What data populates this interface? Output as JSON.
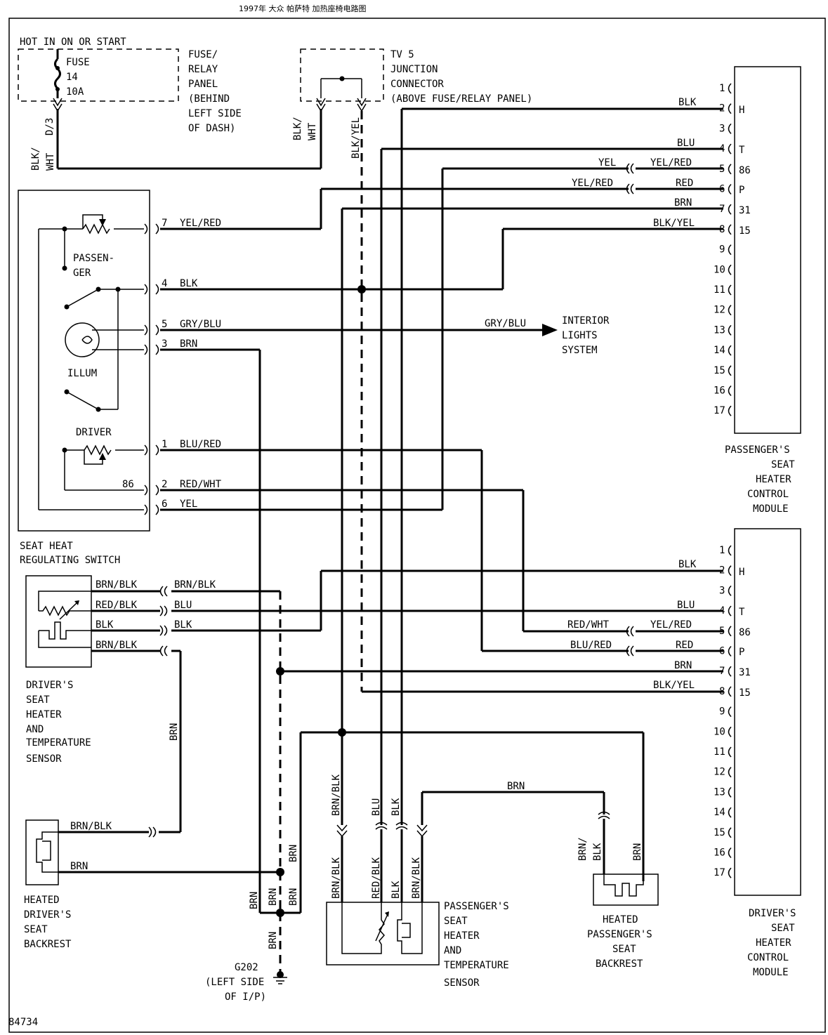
{
  "header_title": "1997年 大众 帕萨特 加热座椅电路图",
  "diagram_number": "84734",
  "fuse_panel": {
    "supply": "HOT IN ON OR START",
    "fuse": [
      "FUSE",
      "14",
      "10A"
    ],
    "name": [
      "FUSE/",
      "RELAY",
      "PANEL",
      "(BEHIND",
      "LEFT SIDE",
      "OF DASH)"
    ],
    "term": "D/3",
    "wire": [
      "BLK/",
      "WHT"
    ]
  },
  "junction": {
    "name": [
      "TV 5",
      "JUNCTION",
      "CONNECTOR",
      "(ABOVE FUSE/RELAY PANEL)"
    ],
    "wire_left": [
      "BLK/",
      "WHT"
    ],
    "wire_right": "BLK/YEL"
  },
  "pass_module": {
    "pins": [
      "1",
      "2",
      "3",
      "4",
      "5",
      "6",
      "7",
      "8",
      "9",
      "10",
      "11",
      "12",
      "13",
      "14",
      "15",
      "16",
      "17"
    ],
    "inner": {
      "h": "H",
      "t": "T",
      "p86": "86",
      "p": "P",
      "p31": "31",
      "p15": "15"
    },
    "wires": {
      "p2": "BLK",
      "p4": "BLU",
      "p5": "YEL/RED",
      "p6": "RED",
      "p7": "BRN",
      "p8": "BLK/YEL"
    },
    "ext": {
      "p5": "YEL",
      "p6": "YEL/RED"
    },
    "name": [
      "PASSENGER'S",
      "SEAT",
      "HEATER",
      "CONTROL",
      "MODULE"
    ]
  },
  "drv_module": {
    "pins": [
      "1",
      "2",
      "3",
      "4",
      "5",
      "6",
      "7",
      "8",
      "9",
      "10",
      "11",
      "12",
      "13",
      "14",
      "15",
      "16",
      "17"
    ],
    "inner": {
      "h": "H",
      "t": "T",
      "p86": "86",
      "p": "P",
      "p31": "31",
      "p15": "15"
    },
    "wires": {
      "p2": "BLK",
      "p4": "BLU",
      "p5": "YEL/RED",
      "p6": "RED",
      "p7": "BRN",
      "p8": "BLK/YEL"
    },
    "ext": {
      "p5": "RED/WHT",
      "p6": "BLU/RED"
    },
    "name": [
      "DRIVER'S",
      "SEAT",
      "HEATER",
      "CONTROL",
      "MODULE"
    ]
  },
  "switch": {
    "name": [
      "SEAT HEAT",
      "REGULATING SWITCH"
    ],
    "passenger": [
      "PASSEN-",
      "GER"
    ],
    "illum": "ILLUM",
    "driver": "DRIVER",
    "pin86": "86",
    "pins": [
      {
        "n": "7",
        "wire": "YEL/RED"
      },
      {
        "n": "4",
        "wire": "BLK"
      },
      {
        "n": "5",
        "wire": "GRY/BLU"
      },
      {
        "n": "3",
        "wire": "BRN"
      },
      {
        "n": "1",
        "wire": "BLU/RED"
      },
      {
        "n": "2",
        "wire": "RED/WHT"
      },
      {
        "n": "6",
        "wire": "YEL"
      }
    ]
  },
  "interior": {
    "wire": "GRY/BLU",
    "name": [
      "INTERIOR",
      "LIGHTS",
      "SYSTEM"
    ]
  },
  "drv_sensor": {
    "wires": [
      "BRN/BLK",
      "RED/BLK",
      "BLK",
      "BRN/BLK"
    ],
    "ext": [
      "BRN/BLK",
      "BLU",
      "BLK"
    ],
    "name": [
      "DRIVER'S",
      "SEAT",
      "HEATER",
      "AND",
      "TEMPERATURE",
      "SENSOR"
    ],
    "vert": "BRN"
  },
  "drv_backrest": {
    "wires": [
      "BRN/BLK",
      "BRN"
    ],
    "name": [
      "HEATED",
      "DRIVER'S",
      "SEAT",
      "BACKREST"
    ]
  },
  "ground": {
    "wires": [
      "BRN",
      "BRN",
      "BRN",
      "BRN",
      "BRN"
    ],
    "name": [
      "G202",
      "(LEFT SIDE",
      "OF I/P)"
    ]
  },
  "pass_sensor": {
    "top": [
      "BRN/BLK",
      "BLU",
      "BLK"
    ],
    "bottom": [
      "BRN/BLK",
      "RED/BLK",
      "BLK",
      "BRN/BLK"
    ],
    "top_brn": "BRN",
    "name": [
      "PASSENGER'S",
      "SEAT",
      "HEATER",
      "AND",
      "TEMPERATURE",
      "SENSOR"
    ]
  },
  "pass_backrest": {
    "wire_l": [
      "BRN/",
      "BLK"
    ],
    "wire_r": "BRN",
    "name": [
      "HEATED",
      "PASSENGER'S",
      "SEAT",
      "BACKREST"
    ]
  }
}
